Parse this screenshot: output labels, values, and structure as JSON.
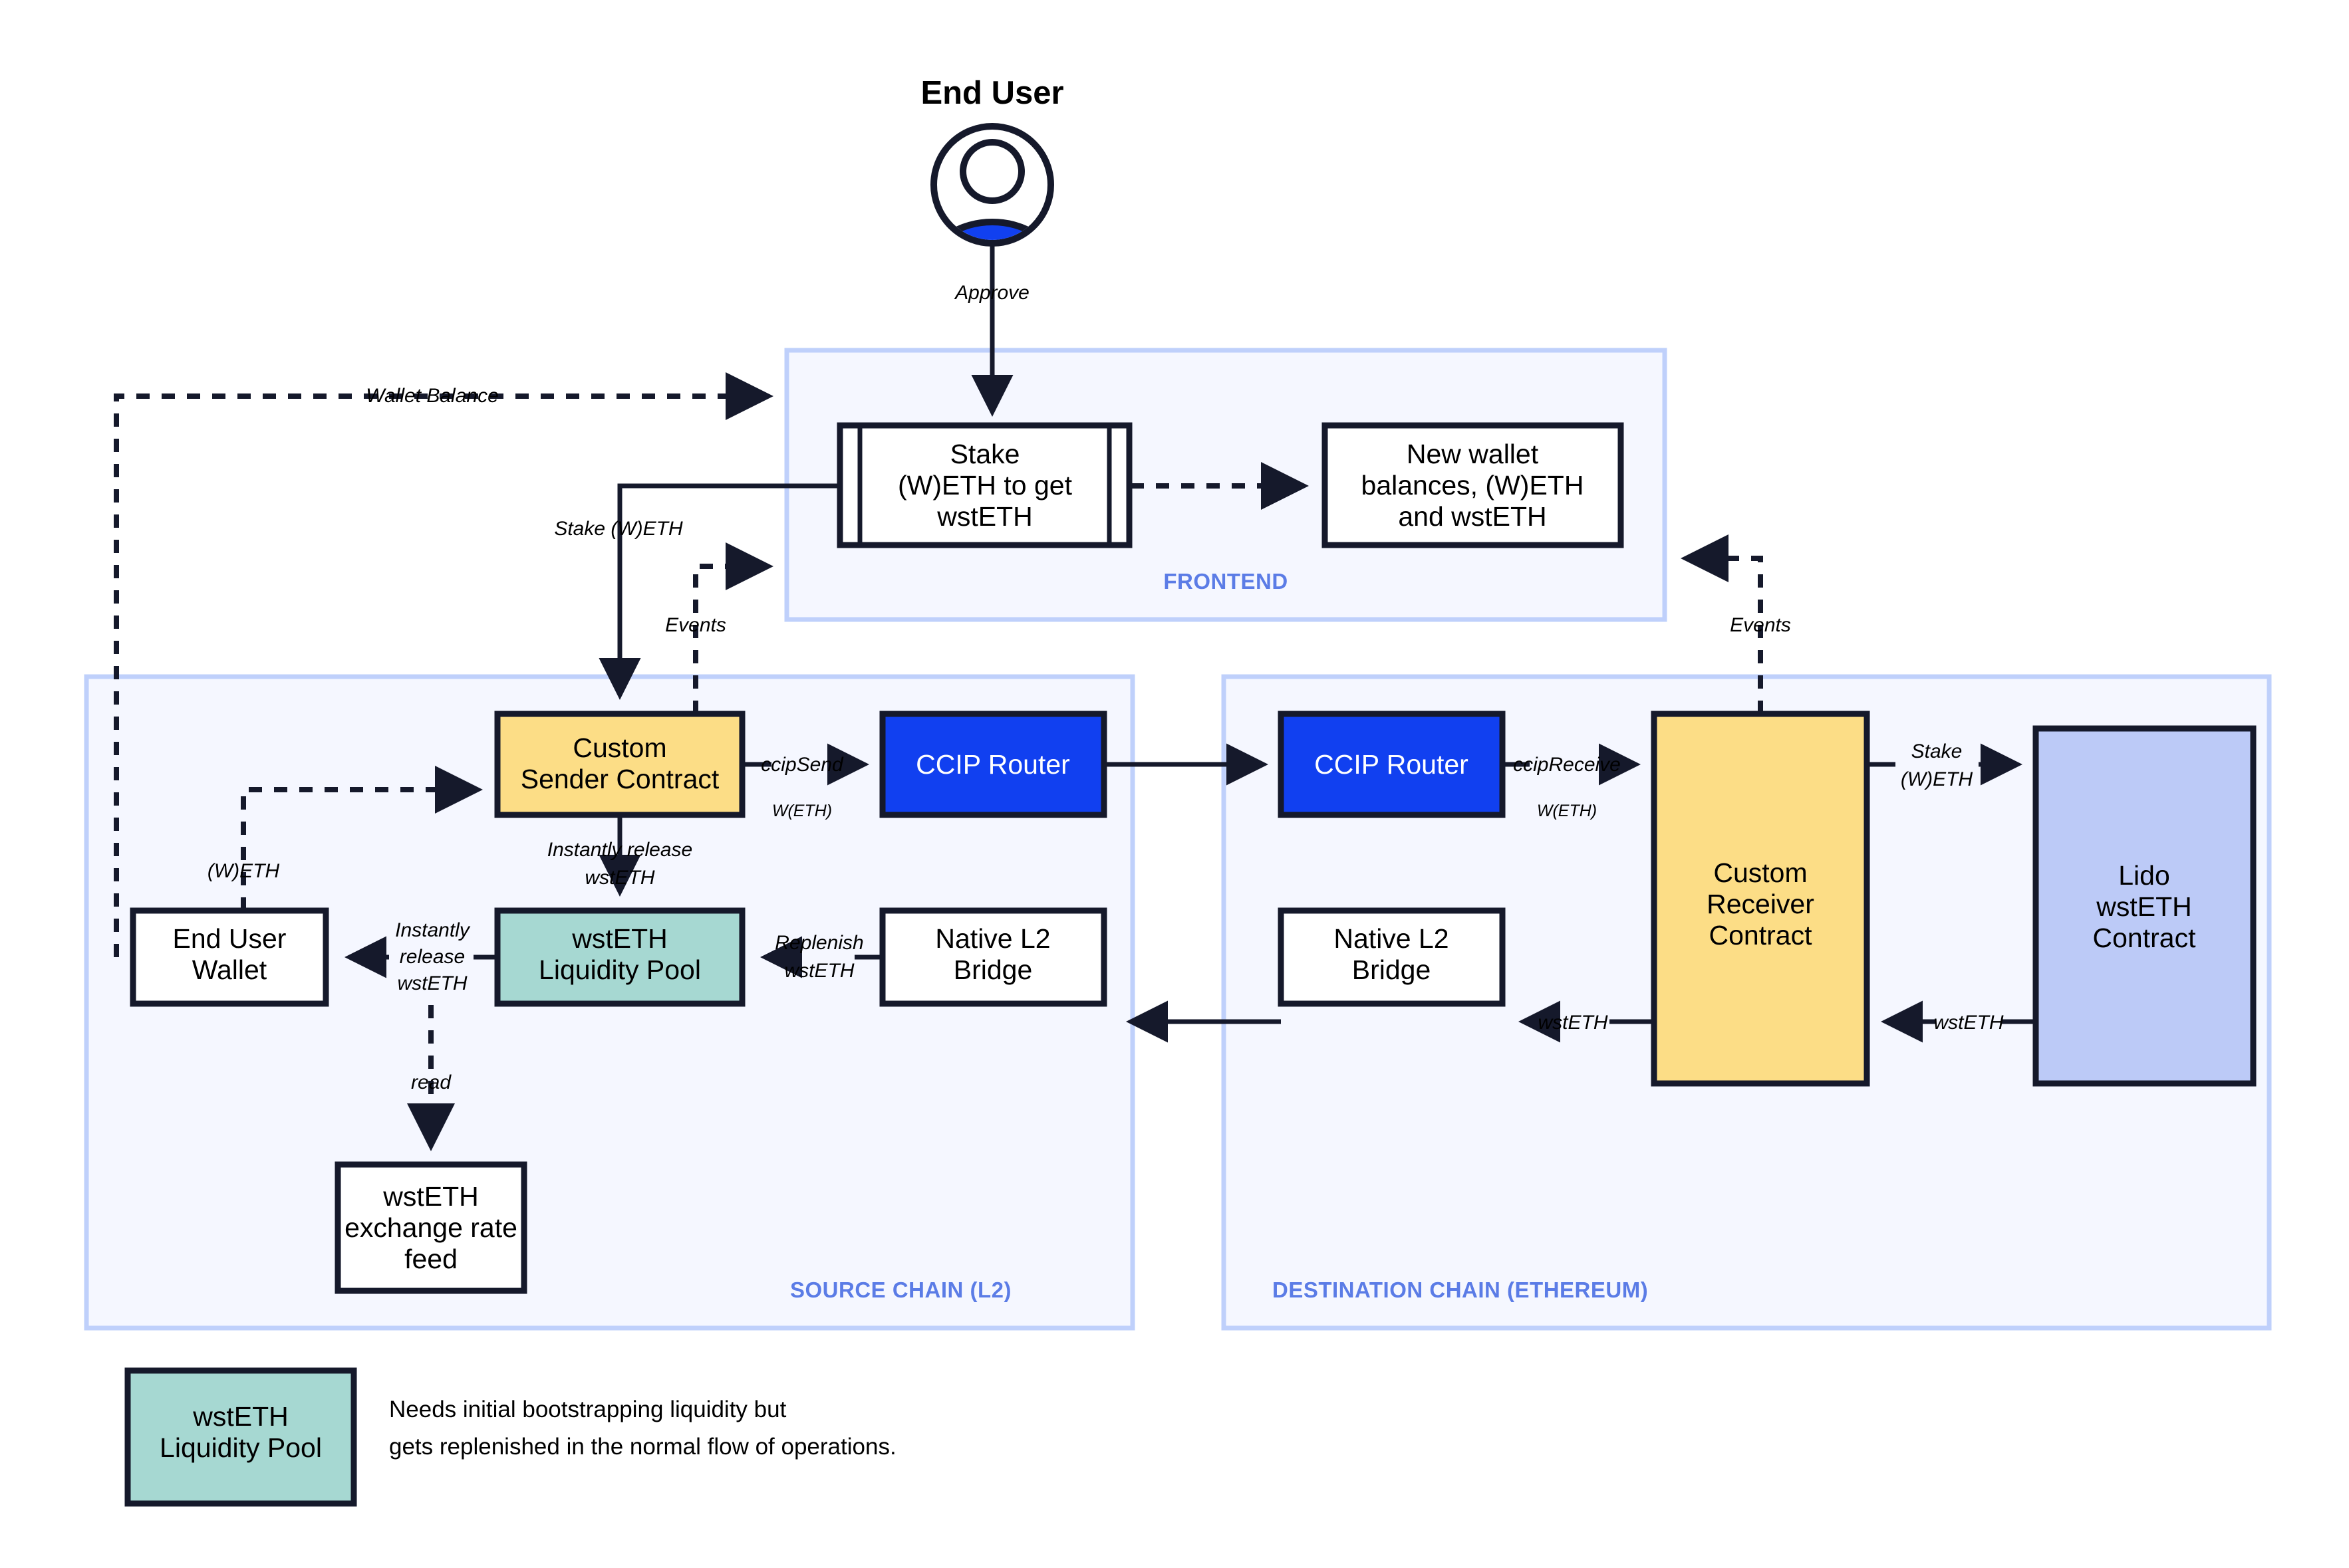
{
  "diagram": {
    "title": "End User",
    "actor_icon": "user-avatar-icon"
  },
  "zones": [
    {
      "id": "frontend",
      "label": "FRONTEND"
    },
    {
      "id": "source",
      "label": "SOURCE CHAIN (L2)"
    },
    {
      "id": "destination",
      "label": "DESTINATION CHAIN (ETHEREUM)"
    }
  ],
  "nodes": {
    "stake_form": {
      "lines": [
        "Stake",
        "(W)ETH to get",
        "wstETH"
      ]
    },
    "new_balances": {
      "lines": [
        "New wallet",
        "balances, (W)ETH",
        "and wstETH"
      ]
    },
    "sender_contract": {
      "lines": [
        "Custom",
        "Sender Contract"
      ]
    },
    "ccip_router_src": {
      "lines": [
        "CCIP Router"
      ]
    },
    "ccip_router_dst": {
      "lines": [
        "CCIP Router"
      ]
    },
    "receiver_contract": {
      "lines": [
        "Custom",
        "Receiver",
        "Contract"
      ]
    },
    "lido_contract": {
      "lines": [
        "Lido",
        "wstETH",
        "Contract"
      ]
    },
    "end_user_wallet": {
      "lines": [
        "End User",
        "Wallet"
      ]
    },
    "liquidity_pool": {
      "lines": [
        "wstETH",
        "Liquidity Pool"
      ]
    },
    "native_bridge_src": {
      "lines": [
        "Native L2",
        "Bridge"
      ]
    },
    "native_bridge_dst": {
      "lines": [
        "Native L2",
        "Bridge"
      ]
    },
    "rate_feed": {
      "lines": [
        "wstETH",
        "exchange rate",
        "feed"
      ]
    }
  },
  "edges": {
    "approve": {
      "label": "Approve"
    },
    "wallet_balance": {
      "label": "Wallet Balance"
    },
    "stake_weth": {
      "label": "Stake (W)ETH"
    },
    "events_src": {
      "label": "Events"
    },
    "events_dst": {
      "label": "Events"
    },
    "weth_to_sender": {
      "label": "(W)ETH"
    },
    "ccip_send": {
      "label": "ccipSend",
      "sublabel": "W(ETH)"
    },
    "ccip_receive": {
      "label": "ccipReceive",
      "sublabel": "W(ETH)"
    },
    "instant_release": {
      "lines": [
        "Instantly release",
        "wstETH"
      ]
    },
    "instant_release2": {
      "lines": [
        "Instantly",
        "release",
        "wstETH"
      ]
    },
    "replenish": {
      "lines": [
        "Replenish",
        "wstETH"
      ]
    },
    "wsteth_bridge": {
      "label": "wstETH"
    },
    "wsteth_lido": {
      "label": "wstETH"
    },
    "stake_weth_lido": {
      "lines": [
        "Stake",
        "(W)ETH"
      ]
    },
    "read": {
      "label": "read"
    }
  },
  "legend": {
    "swatch_lines": [
      "wstETH",
      "Liquidity Pool"
    ],
    "note_lines": [
      "Needs initial bootstrapping liquidity but",
      "gets replenished in the normal flow of operations."
    ]
  },
  "colors": {
    "zone_fill": "#f5f7ff",
    "zone_stroke": "#bfd0fb",
    "zone_label": "#5b7ce6",
    "yellow": "#fcdd86",
    "blue": "#1140f0",
    "teal": "#a6d8d2",
    "periwinkle": "#bccaf7",
    "stroke": "#15192b"
  }
}
